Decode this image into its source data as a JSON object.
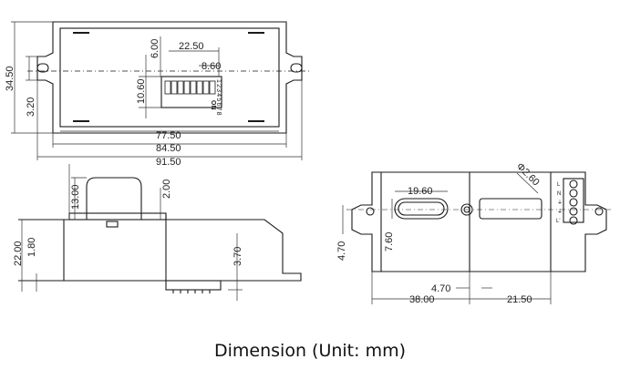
{
  "caption": "Dimension (Unit: mm)",
  "colors": {
    "line": "#1a1a1a",
    "dim": "#333333",
    "background": "#ffffff"
  },
  "top_view": {
    "width_outer": "91.50",
    "width_mid": "84.50",
    "width_inner": "77.50",
    "height": "34.50",
    "tab": "3.20",
    "switch_height": "10.60",
    "switch_offset": "6.00",
    "switch_dist_a": "22.50",
    "switch_dist_b": "8.60",
    "dip_numbers": "12345678",
    "dip_on": "ON"
  },
  "side_view": {
    "height_total": "22.00",
    "base": "1.80",
    "dome": "13.00",
    "step": "2.00",
    "pins": "3.70"
  },
  "bottom_view": {
    "window_width": "19.60",
    "window_height": "7.60",
    "hole_dia": "Φ2.60",
    "tab_height": "4.70",
    "spacing_a": "4.70",
    "spacing_b": "38.00",
    "spacing_c": "21.50",
    "terminal_labels": [
      "L",
      "N",
      "⏚",
      "⏚",
      "L'"
    ]
  }
}
